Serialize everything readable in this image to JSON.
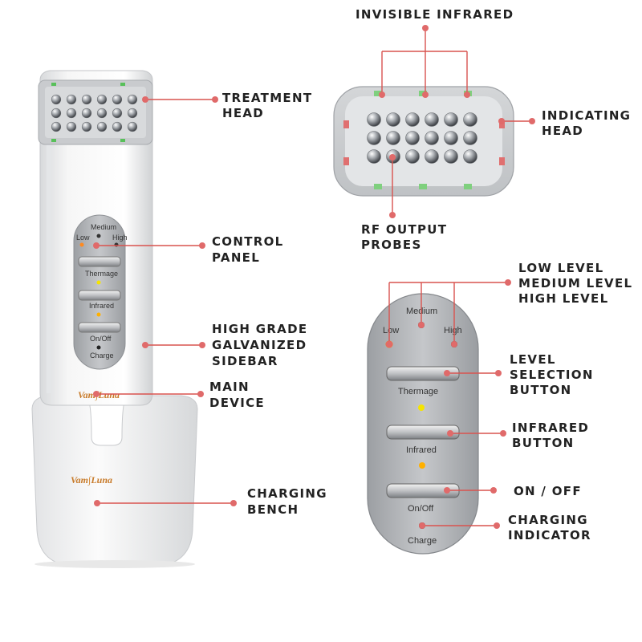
{
  "labels": {
    "treatment_head": [
      "TREATMENT",
      "HEAD"
    ],
    "control_panel": [
      "CONTROL",
      "PANEL"
    ],
    "sidebar": [
      "HIGH GRADE",
      "GALVANIZED",
      "SIDEBAR"
    ],
    "main_device": [
      "MAIN",
      "DEVICE"
    ],
    "charging_bench": [
      "CHARGING",
      "BENCH"
    ],
    "invisible_infrared": "INVISIBLE INFRARED",
    "indicating_head": [
      "INDICATING",
      "HEAD"
    ],
    "rf_output": [
      "RF OUTPUT",
      "PROBES"
    ],
    "levels": [
      "LOW LEVEL",
      "MEDIUM LEVEL",
      "HIGH LEVEL"
    ],
    "level_selection": [
      "LEVEL",
      "SELECTION",
      "BUTTON"
    ],
    "infrared_button": [
      "INFRARED",
      "BUTTON"
    ],
    "on_off": "ON / OFF",
    "charging_indicator": [
      "CHARGING",
      "INDICATOR"
    ]
  },
  "panel": {
    "medium": "Medium",
    "low": "Low",
    "high": "High",
    "thermage": "Thermage",
    "infrared": "Infrared",
    "onoff": "On/Off",
    "charge": "Charge"
  },
  "brand": {
    "device": "Vam",
    "device_b": "Luna",
    "base": "Vam",
    "base_b": "Luna"
  },
  "colors": {
    "leader": "#d9534f",
    "label": "#222222",
    "led_red": "#ff3b1f",
    "led_yellow": "#f5e400",
    "led_orange": "#ffb000",
    "brand": "#c87b2a"
  }
}
